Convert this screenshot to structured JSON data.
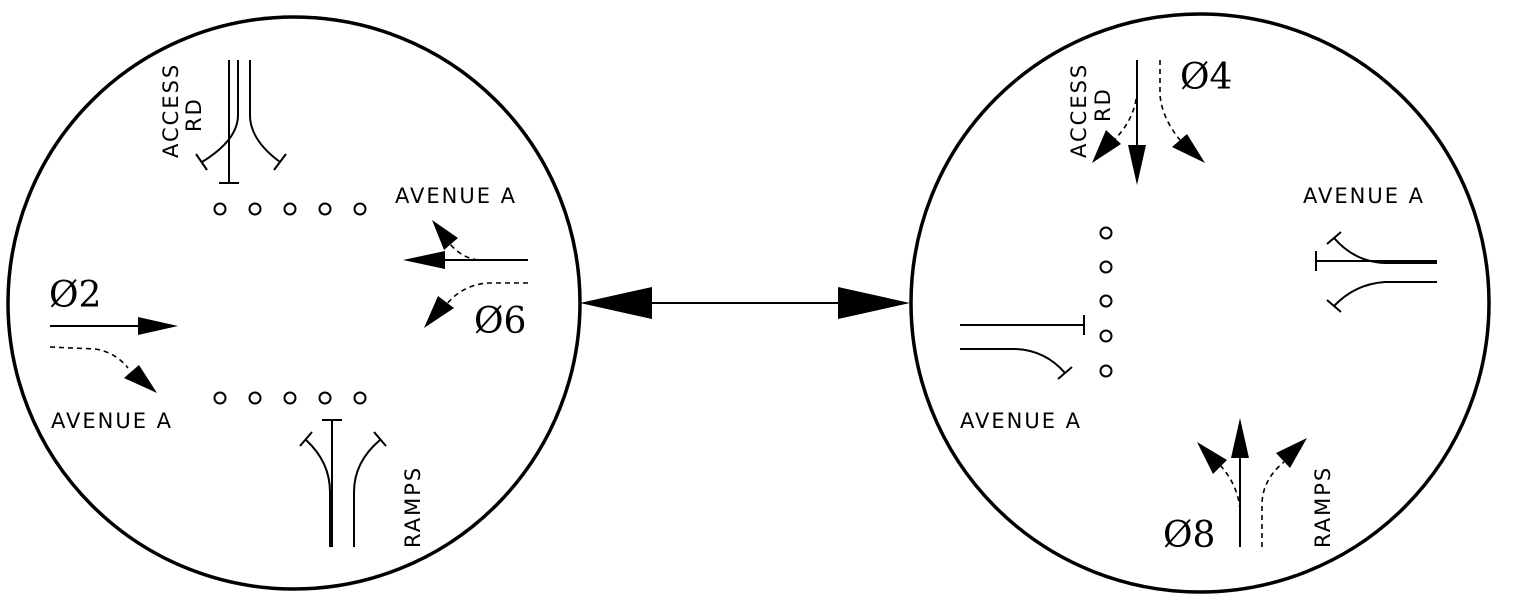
{
  "phase_left": {
    "street_north": [
      "ACCESS",
      "RD"
    ],
    "street_east": "AVENUE A",
    "street_west": "AVENUE A",
    "street_south": "RAMPS",
    "phases": [
      "Ø2",
      "Ø6"
    ]
  },
  "phase_right": {
    "street_north": [
      "ACCESS",
      "RD"
    ],
    "street_east": "AVENUE A",
    "street_west": "AVENUE A",
    "street_south": "RAMPS",
    "phases": [
      "Ø4",
      "Ø8"
    ]
  }
}
